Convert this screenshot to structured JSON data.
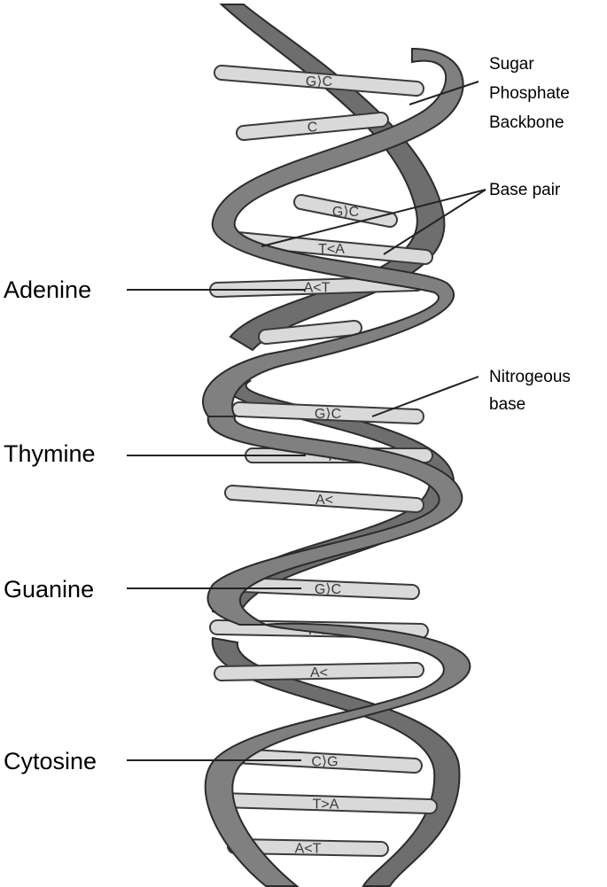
{
  "diagram": {
    "colors": {
      "ribbon": "#7a7a7a",
      "ribbon_stroke": "#2b2b2b",
      "rung": "#d9d9d9",
      "rung_stroke": "#3a3a3a",
      "leader": "#222222"
    },
    "left_labels": [
      "Adenine",
      "Thymine",
      "Guanine",
      "Cytosine"
    ],
    "right_labels": {
      "backbone": [
        "Sugar",
        "Phosphate",
        "Backbone"
      ],
      "base_pair": "Base pair",
      "nitrogenous": [
        "Nitrogeous",
        "base"
      ]
    },
    "pairs": [
      {
        "text": "G⟩C"
      },
      {
        "text": "C"
      },
      {
        "text": "G⟩C"
      },
      {
        "text": "T<A"
      },
      {
        "text": "A<T"
      },
      {
        "text": ""
      },
      {
        "text": "G⟩C"
      },
      {
        "text": "T>A"
      },
      {
        "text": "A<"
      },
      {
        "text": "G⟩C"
      },
      {
        "text": "T>A"
      },
      {
        "text": "A<"
      },
      {
        "text": "C⟩G"
      },
      {
        "text": "T>A"
      },
      {
        "text": "A<T"
      }
    ]
  }
}
